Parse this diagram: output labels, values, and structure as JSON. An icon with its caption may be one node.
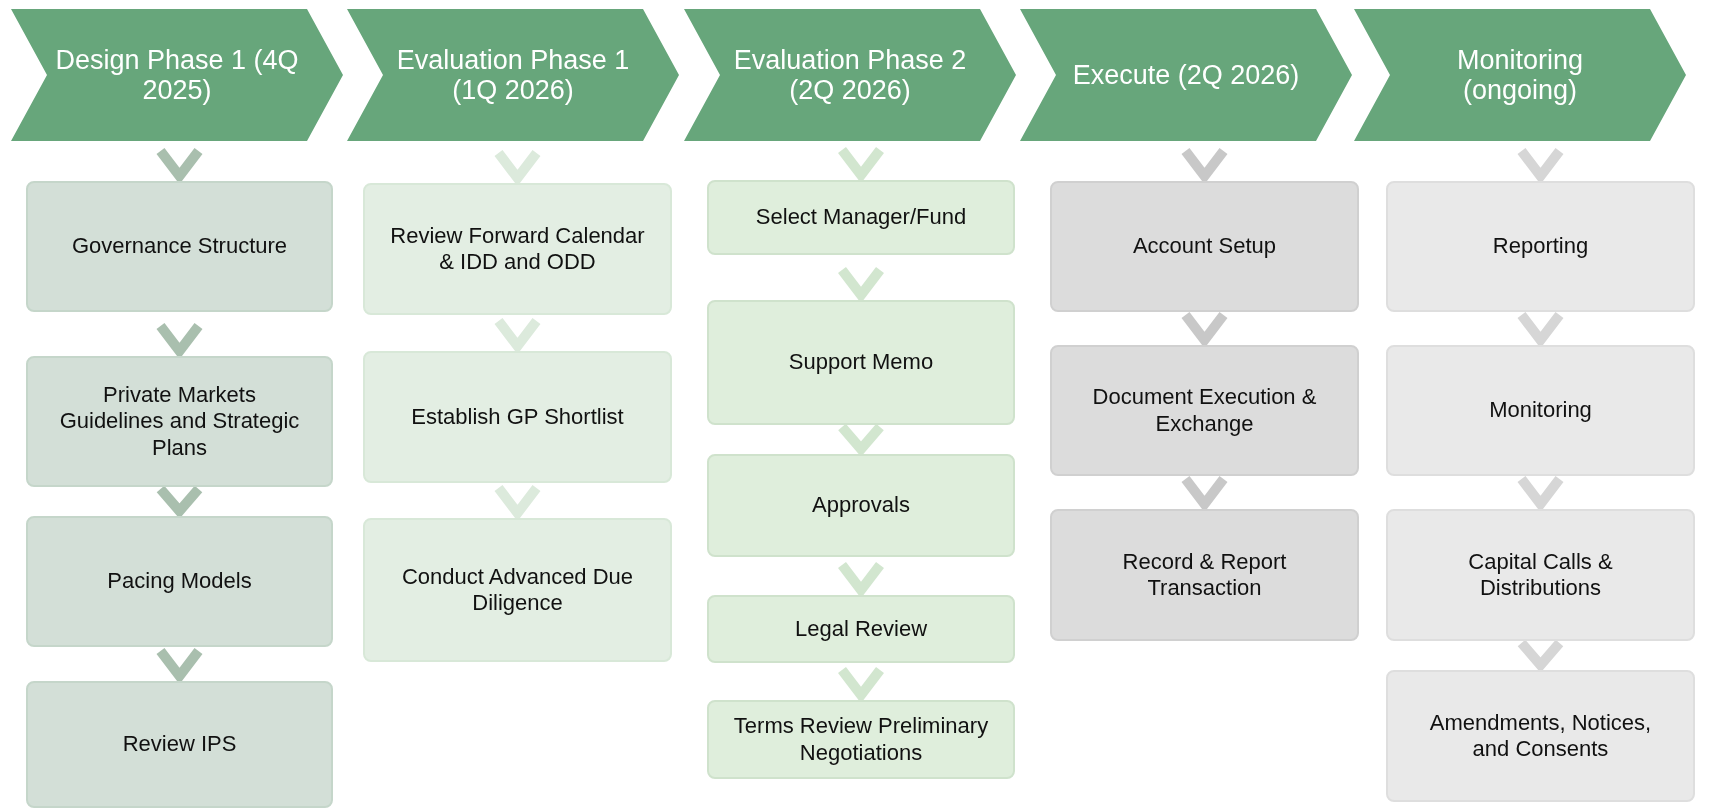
{
  "diagram": {
    "nodes": [
      {
        "text": [
          "Design Phase 1 (4Q 2025)"
        ]
      },
      {
        "text": [
          "Governance Structure"
        ]
      },
      {
        "text": [
          "Private Markets Guidelines and Strategic Plans"
        ]
      },
      {
        "text": [
          "Pacing Models"
        ]
      },
      {
        "text": [
          "Review IPS"
        ]
      },
      {
        "text": [
          "Evaluation Phase 1 (1Q 2026)"
        ]
      },
      {
        "text": [
          "Review Forward Calendar & IDD and ODD"
        ]
      },
      {
        "text": [
          "Establish GP Shortlist"
        ]
      },
      {
        "text": [
          "Conduct Advanced Due Diligence"
        ]
      },
      {
        "text": [
          "Evaluation Phase 2 (2Q 2026)"
        ]
      },
      {
        "text": [
          "Select Manager/Fund"
        ]
      },
      {
        "text": [
          "Support Memo"
        ]
      },
      {
        "text": [
          "Approvals"
        ]
      },
      {
        "text": [
          "Legal Review"
        ]
      },
      {
        "text": [
          "Terms Review Preliminary Negotiations"
        ]
      },
      {
        "text": [
          "Execute (2Q 2026)"
        ]
      },
      {
        "text": [
          "Account Setup"
        ]
      },
      {
        "text": [
          "Document Execution & Exchange"
        ]
      },
      {
        "text": [
          "Record & Report Transaction"
        ]
      },
      {
        "text": [
          "Monitoring (ongoing)"
        ]
      },
      {
        "text": [
          "Reporting"
        ]
      },
      {
        "text": [
          "Monitoring"
        ]
      },
      {
        "text": [
          "Capital Calls & Distributions"
        ]
      },
      {
        "text": [
          "Amendments, Notices, and Consents"
        ]
      }
    ],
    "edges": [
      {
        "from": 0,
        "to": 1,
        "arrow": "to",
        "color": "#a9bfae"
      },
      {
        "from": 1,
        "to": 2,
        "arrow": "to",
        "color": "#a9bfae"
      },
      {
        "from": 2,
        "to": 3,
        "arrow": "to",
        "color": "#a9bfae"
      },
      {
        "from": 3,
        "to": 4,
        "arrow": "to",
        "color": "#a9bfae"
      },
      {
        "from": 5,
        "to": 6,
        "arrow": "to",
        "color": "#dceadc"
      },
      {
        "from": 6,
        "to": 7,
        "arrow": "to",
        "color": "#dceadc"
      },
      {
        "from": 7,
        "to": 8,
        "arrow": "to",
        "color": "#dceadc"
      },
      {
        "from": 9,
        "to": 10,
        "arrow": "to"
      },
      {
        "from": 10,
        "to": 11,
        "arrow": "to"
      },
      {
        "from": 11,
        "to": 12,
        "arrow": "to"
      },
      {
        "from": 12,
        "to": 13,
        "arrow": "to"
      },
      {
        "from": 13,
        "to": 14,
        "arrow": "to"
      },
      {
        "from": 15,
        "to": 16,
        "arrow": "to",
        "color": "#c8c8c8"
      },
      {
        "from": 16,
        "to": 17,
        "arrow": "to",
        "color": "#c8c8c8"
      },
      {
        "from": 17,
        "to": 18,
        "arrow": "to",
        "color": "#c8c8c8"
      },
      {
        "from": 19,
        "to": 20,
        "arrow": "to",
        "color": "#d6d6d6"
      },
      {
        "from": 20,
        "to": 21,
        "arrow": "to",
        "color": "#d6d6d6"
      },
      {
        "from": 21,
        "to": 22,
        "arrow": "to",
        "color": "#d6d6d6"
      },
      {
        "from": 22,
        "to": 23,
        "arrow": "to",
        "color": "#d6d6d6"
      }
    ]
  }
}
